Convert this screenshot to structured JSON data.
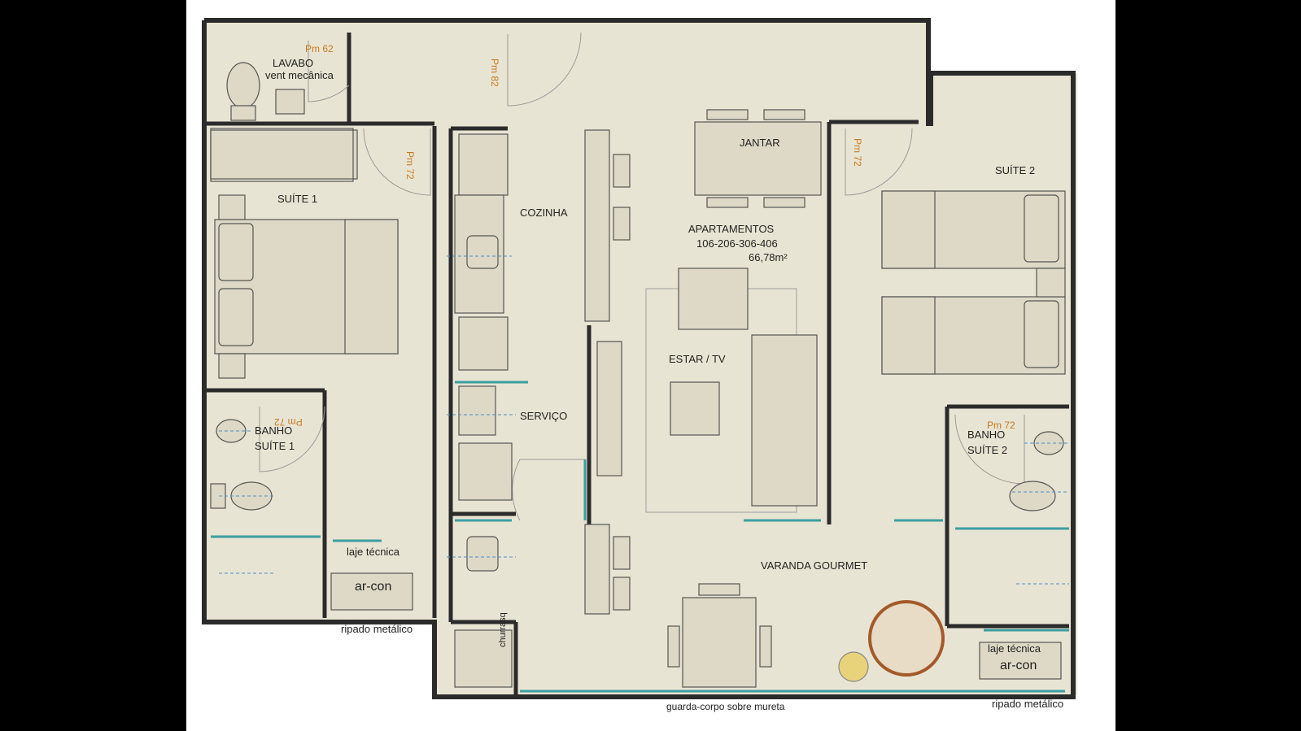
{
  "title": {
    "line1": "APARTAMENTOS",
    "line2": "106-206-306-406",
    "area": "66,78m²"
  },
  "rooms": {
    "lavabo": "LAVABO",
    "lavabo_note": "vent mecânica",
    "suite1": "SUÍTE 1",
    "banho_suite1_a": "BANHO",
    "banho_suite1_b": "SUÍTE 1",
    "cozinha": "COZINHA",
    "servico": "SERVIÇO",
    "jantar": "JANTAR",
    "estar": "ESTAR / TV",
    "suite2": "SUÍTE 2",
    "banho_suite2_a": "BANHO",
    "banho_suite2_b": "SUÍTE 2",
    "varanda": "VARANDA GOURMET",
    "churrasq": "churrasq"
  },
  "technical": {
    "laje_left": "laje técnica",
    "arcon_left": "ar-con",
    "laje_right": "laje técnica",
    "arcon_right": "ar-con",
    "ripado_left": "ripado metálico",
    "ripado_right": "ripado metálico",
    "guarda": "guarda-corpo sobre mureta"
  },
  "doors": {
    "lavabo": "Pm 62",
    "entry": "Pm 82",
    "suite1": "Pm 72",
    "banho1": "Pm 72",
    "suite2": "Pm 72",
    "banho2": "Pm 72"
  },
  "colors": {
    "background": "#000000",
    "sheet": "#ffffff",
    "floor": "#e8e4d3",
    "wall": "#2b2b2b",
    "furniture": "#ddd9c6",
    "glass": "#3d9ea0",
    "door_label": "#c77a1e",
    "plumbing": "#4a90c8"
  }
}
